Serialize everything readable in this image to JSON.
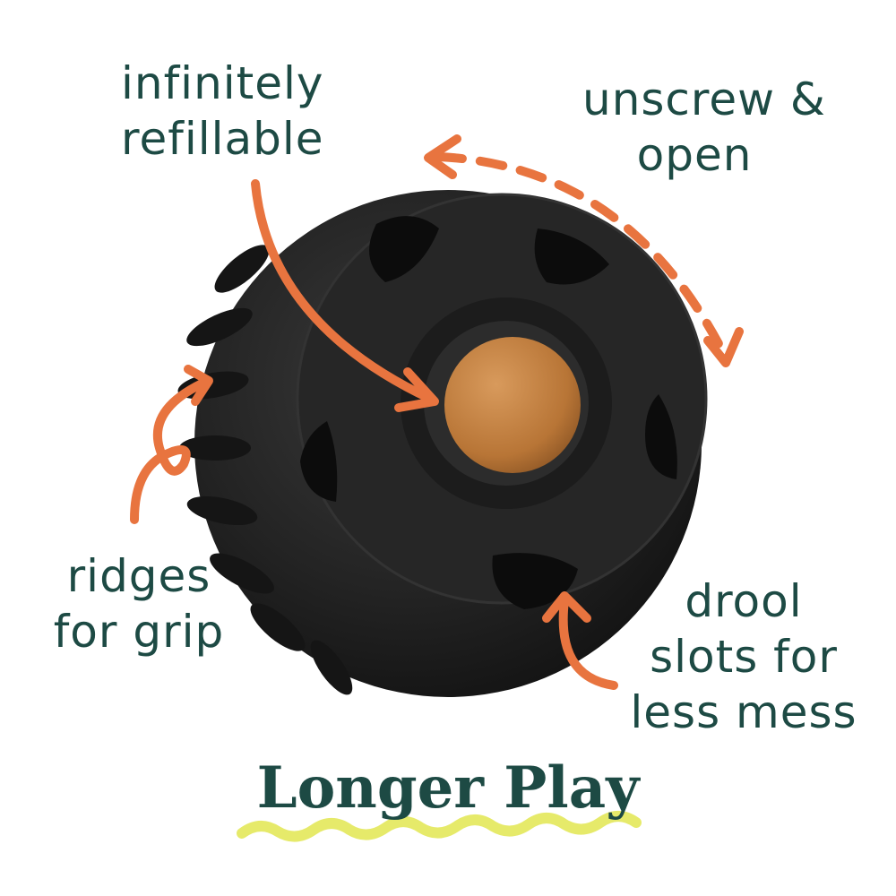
{
  "callouts": {
    "refill": [
      "infinitely",
      "refillable"
    ],
    "unscrew": [
      "unscrew &",
      "open"
    ],
    "ridges": [
      "ridges",
      "for grip"
    ],
    "drool": [
      "drool",
      "slots for",
      "less mess"
    ]
  },
  "headline": "Longer Play",
  "colors": {
    "text": "#1d4a44",
    "arrow": "#e8743f",
    "ball": "#1f1f1f",
    "treat": "#c07a3c",
    "underline": "#e6ea6a"
  }
}
